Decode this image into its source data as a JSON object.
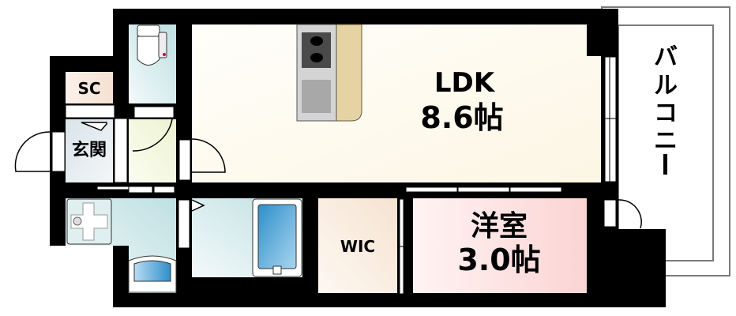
{
  "plan": {
    "rooms": {
      "ldk": {
        "name": "LDK",
        "size": "8.6帖"
      },
      "western": {
        "name": "洋室",
        "size": "3.0帖"
      },
      "wic": {
        "name": "WIC"
      },
      "sc": {
        "name": "SC"
      },
      "entrance": {
        "name": "玄関"
      },
      "balcony": {
        "name": "バルコニー",
        "chars": [
          "バ",
          "ル",
          "コ",
          "ニ",
          "ー"
        ]
      }
    },
    "colors": {
      "wall": "#000000",
      "ldk": "#fdf9ec",
      "western": "#fbdada",
      "wic": "#f8ece0",
      "sc": "#f8e8de",
      "entrance": "#e6ecef",
      "hall": "#f1f4df",
      "wet": "#cfe6e8",
      "counter": "#e6d3a3",
      "tub": "#4aa3d6"
    }
  }
}
